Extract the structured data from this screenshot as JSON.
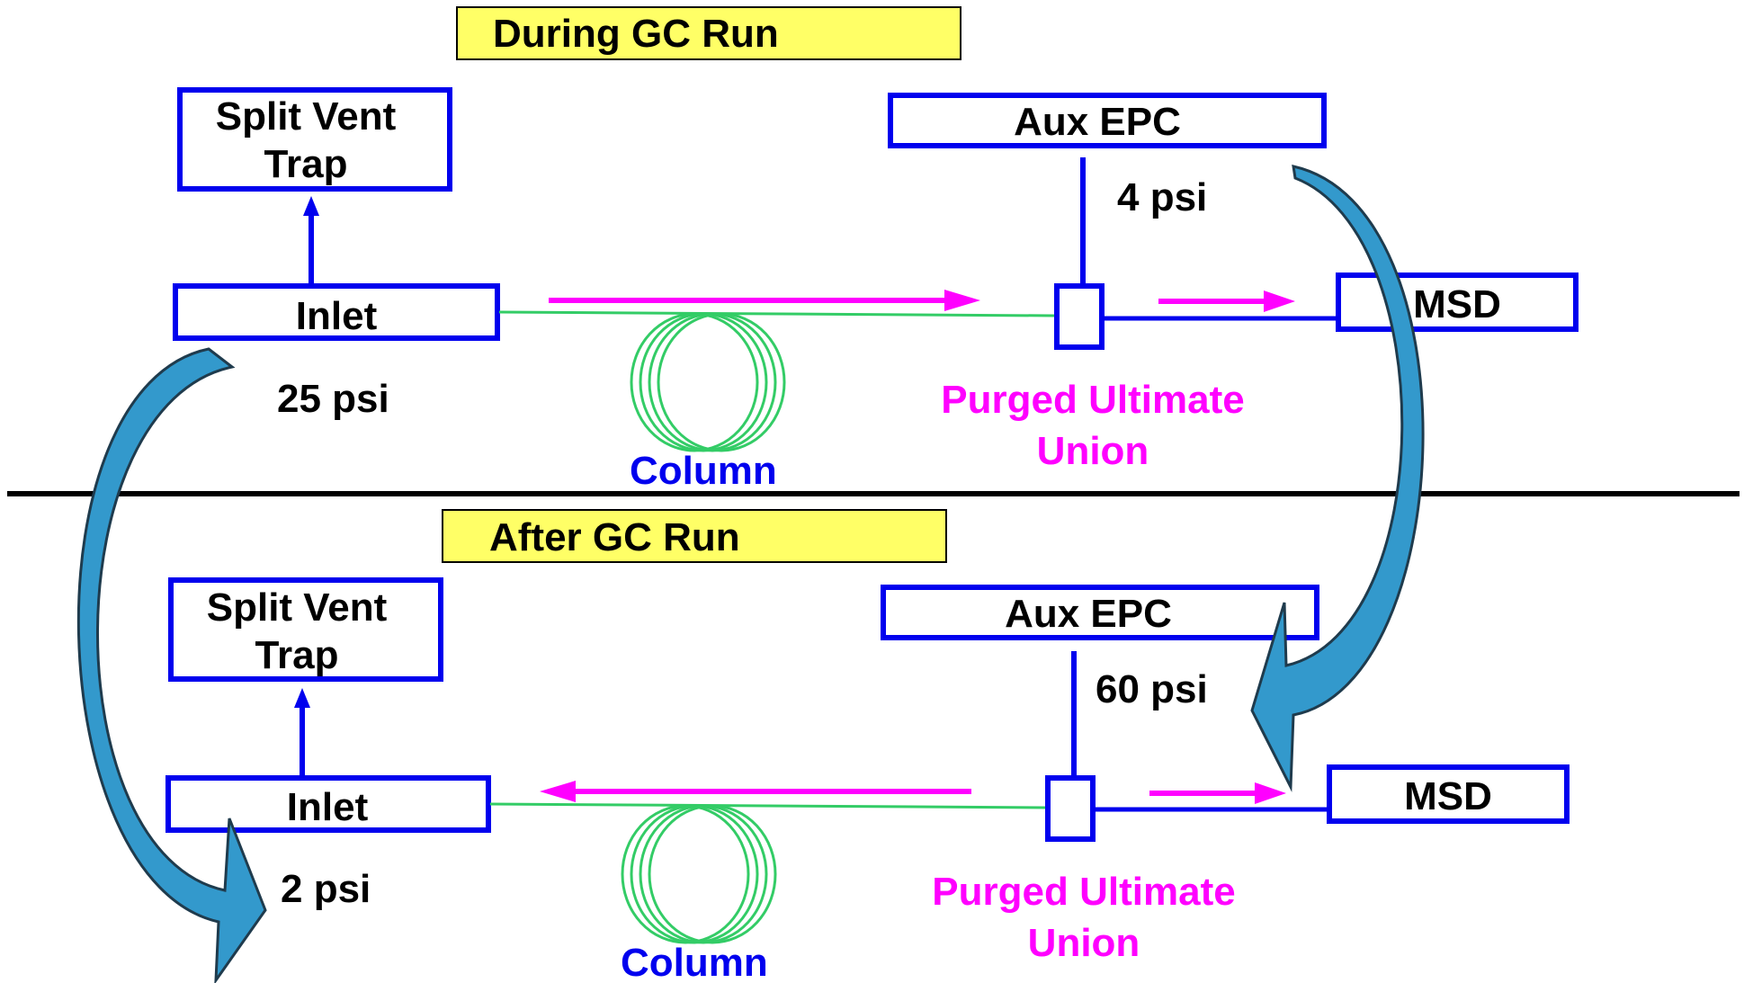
{
  "colors": {
    "box_outline": "#0000ee",
    "title_fill": "#ffff66",
    "flow_arrow": "#ff00ff",
    "column_coil": "#33cc66",
    "transition_arrow": "#3399cc",
    "divider": "#000000"
  },
  "top": {
    "title": "During GC Run",
    "split_vent_line1": "Split Vent",
    "split_vent_line2": "Trap",
    "inlet": "Inlet",
    "inlet_pressure": "25 psi",
    "aux_epc": "Aux EPC",
    "aux_pressure": "4 psi",
    "msd": "MSD",
    "union_line1": "Purged Ultimate",
    "union_line2": "Union",
    "column": "Column"
  },
  "bottom": {
    "title": "After GC Run",
    "split_vent_line1": "Split Vent",
    "split_vent_line2": "Trap",
    "inlet": "Inlet",
    "inlet_pressure": "2 psi",
    "aux_epc": "Aux EPC",
    "aux_pressure": "60 psi",
    "msd": "MSD",
    "union_line1": "Purged Ultimate",
    "union_line2": "Union",
    "column": "Column"
  }
}
